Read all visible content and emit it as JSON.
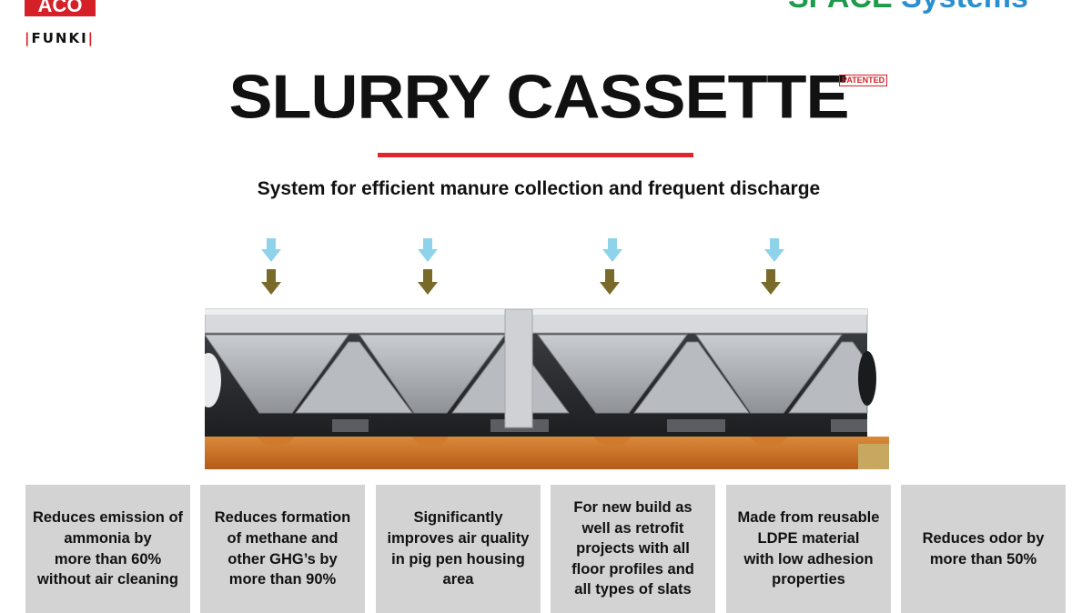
{
  "logos": {
    "aco_text": "ACO",
    "funki_text": "FUNKI",
    "brand_part1": "SPACE",
    "brand_part2": "Systems"
  },
  "title": "SLURRY CASSETTE",
  "patent_badge": "PATENTED",
  "subtitle": "System for efficient manure collection and frequent discharge",
  "colors": {
    "accent_red": "#e0262c",
    "air_arrow": "#8fd3ea",
    "manure_arrow": "#7a6a2a",
    "slurry": "#c56a22",
    "card_bg": "#d3d3d3"
  },
  "features": [
    {
      "text": "Reduces emission of\nammonia by\nmore than 60%\nwithout air cleaning"
    },
    {
      "text": "Reduces formation\nof methane and\nother GHG’s by\nmore than 90%"
    },
    {
      "text": "Significantly\nimproves air quality\nin pig pen housing\narea"
    },
    {
      "text": "For new build as\nwell as retrofit\nprojects with all\nfloor profiles and\nall types of slats"
    },
    {
      "text": "Made from reusable\nLDPE material\nwith low adhesion\nproperties"
    },
    {
      "text": "Reduces odor by\nmore than 50%"
    }
  ]
}
